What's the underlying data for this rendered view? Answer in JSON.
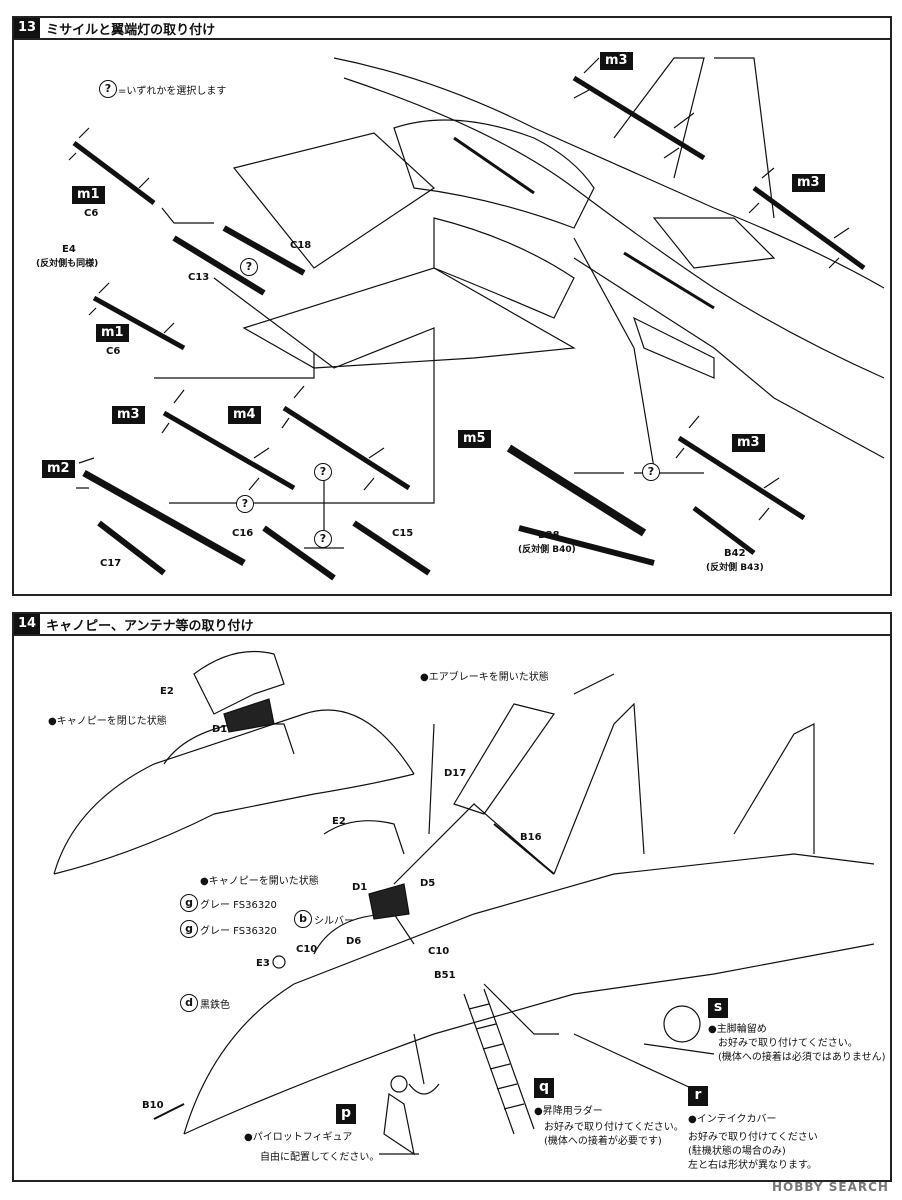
{
  "step13": {
    "number": "13",
    "title": "ミサイルと翼端灯の取り付け",
    "legend": "=いずれかを選択します",
    "legend_symbol": "?",
    "tags": {
      "m1a": "m1",
      "m1b": "m1",
      "m2": "m2",
      "m3a": "m3",
      "m3b": "m3",
      "m3c": "m3",
      "m3d": "m3",
      "m4": "m4",
      "m5": "m5"
    },
    "parts": {
      "c6a": "C6",
      "c6b": "C6",
      "e4": "E4",
      "e4_note": "(反対側も同様)",
      "c13": "C13",
      "c18": "C18",
      "c17": "C17",
      "c16": "C16",
      "c15": "C15",
      "b38": "B38",
      "b38_note": "(反対側 B40)",
      "b42": "B42",
      "b42_note": "(反対側 B43)"
    }
  },
  "step14": {
    "number": "14",
    "title": "キャノピー、アンテナ等の取り付け",
    "labels": {
      "e2a": "E2",
      "canopy_closed": "●キャノピーを閉じた状態",
      "d1a": "D1",
      "airbrake": "●エアブレーキを開いた状態",
      "d17": "D17",
      "b16": "B16",
      "d5": "D5",
      "e2b": "E2",
      "canopy_open": "●キャノピーを開いた状態",
      "d1b": "D1",
      "paint_g1": "グレー FS36320",
      "paint_b": "シルバー",
      "paint_g2": "グレー FS36320",
      "c10a": "C10",
      "d6": "D6",
      "c10b": "C10",
      "e3": "E3",
      "b51": "B51",
      "paint_d": "黒鉄色",
      "b10": "B10"
    },
    "paint_codes": {
      "g1": "g",
      "b": "b",
      "g2": "g",
      "d": "d"
    },
    "letters": {
      "s": "s",
      "q": "q",
      "r": "r",
      "p": "p"
    },
    "s_title": "●主脚輪留め",
    "s_text1": "お好みで取り付けてください。",
    "s_text2": "(機体への接着は必須ではありません)",
    "q_title": "●昇降用ラダー",
    "q_text1": "お好みで取り付けてください。",
    "q_text2": "(機体への接着が必要です)",
    "r_title": "●インテイクカバー",
    "r_text1": "お好みで取り付けてください",
    "r_text2": "(駐機状態の場合のみ)",
    "r_text3": "左と右は形状が異なります。",
    "p_title": "●パイロットフィギュア",
    "p_text1": "自由に配置してください。"
  },
  "watermark": "HOBBY SEARCH"
}
